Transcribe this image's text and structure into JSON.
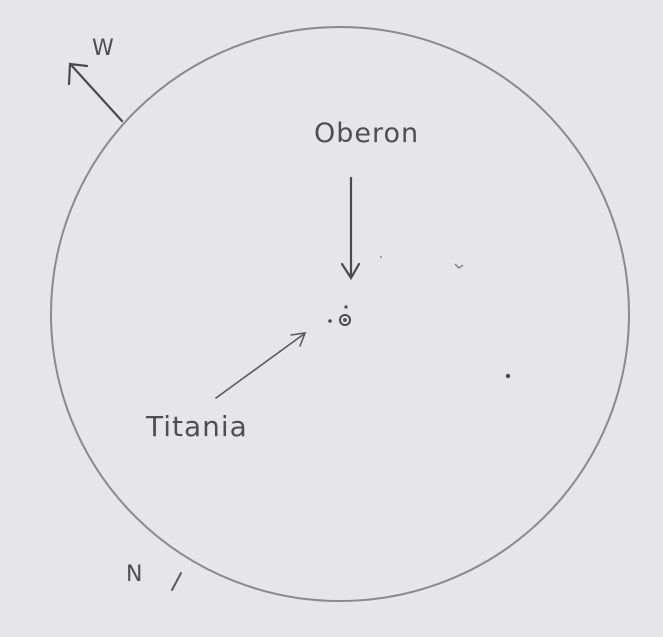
{
  "sketch": {
    "labels": {
      "west": "W",
      "oberon": "Oberon",
      "titania": "Titania",
      "north": "N"
    }
  }
}
